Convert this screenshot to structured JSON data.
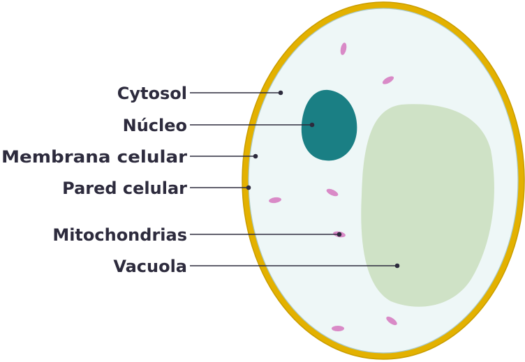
{
  "labels": {
    "cytosol": "Cytosol",
    "nucleus": "Núcleo",
    "cell_membrane": "Membrana celular",
    "cell_wall": "Pared celular",
    "mitochondria": "Mitochondrias",
    "vacuole": "Vacuola"
  },
  "colors": {
    "cell_wall": "#e3b100",
    "cytoplasm": "#eef7f7",
    "cell_membrane_outline": "#a8c9c9",
    "nucleus": "#1a7f84",
    "vacuole": "#cfe2c6",
    "mitochondria": "#d98ac7",
    "label_text": "#2d2b3d"
  }
}
